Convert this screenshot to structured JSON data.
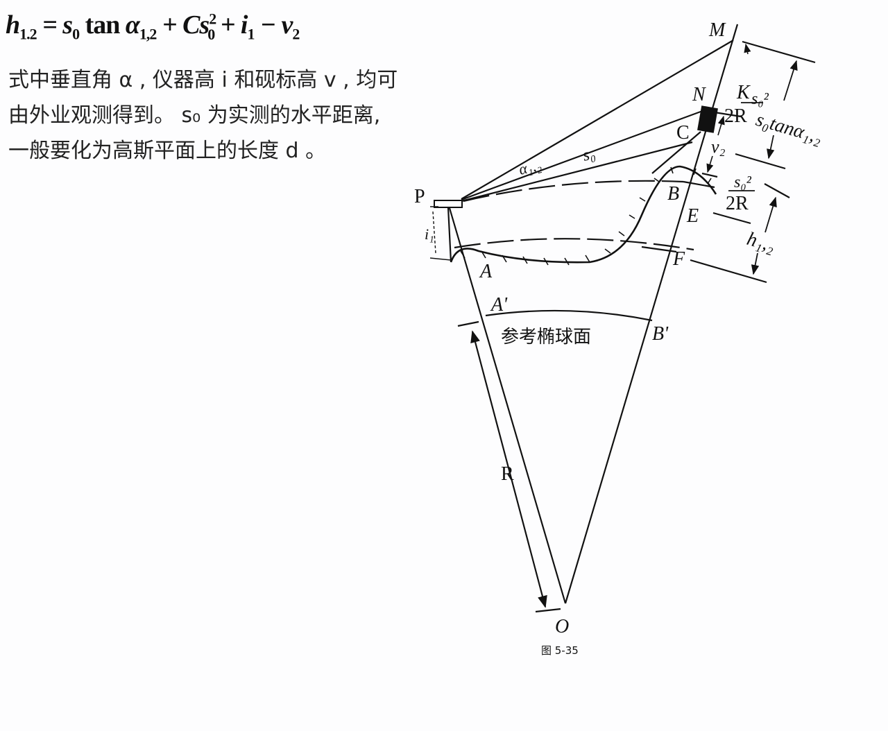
{
  "formula": {
    "lhs": "h",
    "lhs_sub": "1.2",
    "eq": " = ",
    "t1": "s",
    "t1_sub": "0",
    "tan": " tan ",
    "alpha": "α",
    "alpha_sub": "1,2",
    "plus1": " + C",
    "s": "s",
    "s_sup": "2",
    "s_sub": "0",
    "plus2": " + ",
    "i": "i",
    "i_sub": "1",
    "minus": " − ",
    "v": "v",
    "v_sub": "2"
  },
  "paragraph": [
    "式中垂直角 α , 仪器高 i 和砚标高 v , 均可",
    "由外业观测得到。 s₀ 为实测的水平距离,",
    "一般要化为高斯平面上的长度 d 。"
  ],
  "diagram": {
    "labels": {
      "M": "M",
      "N": "N",
      "C": "C",
      "P": "P",
      "B": "B",
      "E": "E",
      "F": "F",
      "A": "A",
      "A_prime": "A'",
      "B_prime": "B'",
      "O": "O",
      "R": "R",
      "s0": "s₀",
      "alpha12": "α₁,₂",
      "i1": "i₁",
      "v2": "v₂",
      "K_num": "K",
      "K_den": "2R",
      "K_s": "s₀²",
      "s0tan": "s₀tanα₁,₂",
      "s2_num": "s₀²",
      "s2_den": "2R",
      "h12": "h₁,₂",
      "ellipsoid": "参考椭球面"
    },
    "caption": "图 5-35"
  }
}
